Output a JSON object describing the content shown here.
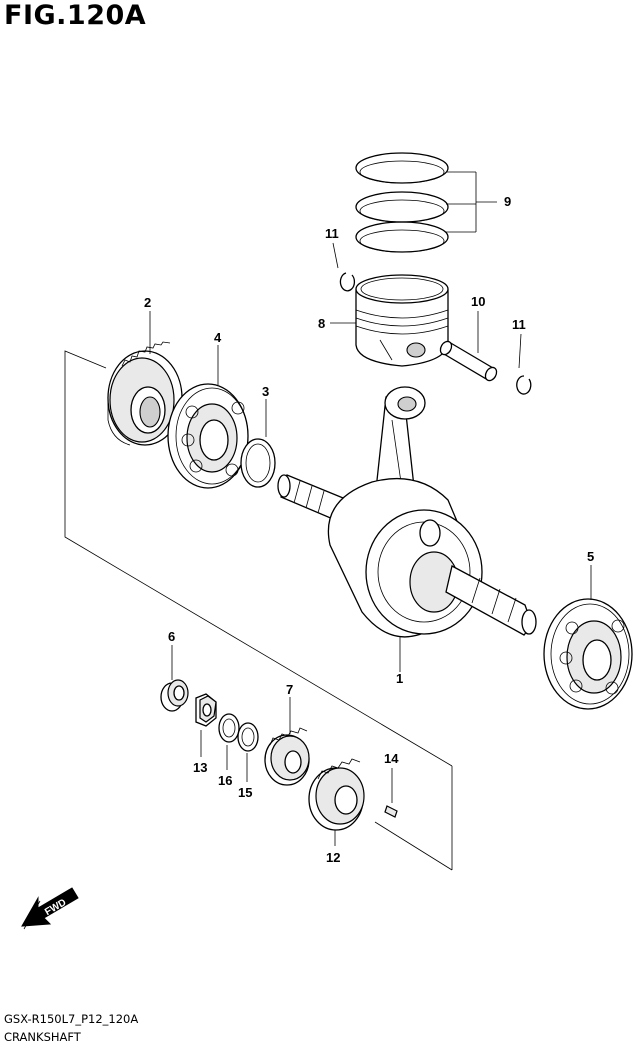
{
  "figure": {
    "title": "FIG.120A",
    "code": "GSX-R150L7_P12_120A",
    "name": "CRANKSHAFT",
    "fwd_label": "FWD"
  },
  "callouts": {
    "c1": "1",
    "c2": "2",
    "c3": "3",
    "c4": "4",
    "c5": "5",
    "c6": "6",
    "c7": "7",
    "c8": "8",
    "c9": "9",
    "c10": "10",
    "c11a": "11",
    "c11b": "11",
    "c12": "12",
    "c13": "13",
    "c14": "14",
    "c15": "15",
    "c16": "16"
  }
}
